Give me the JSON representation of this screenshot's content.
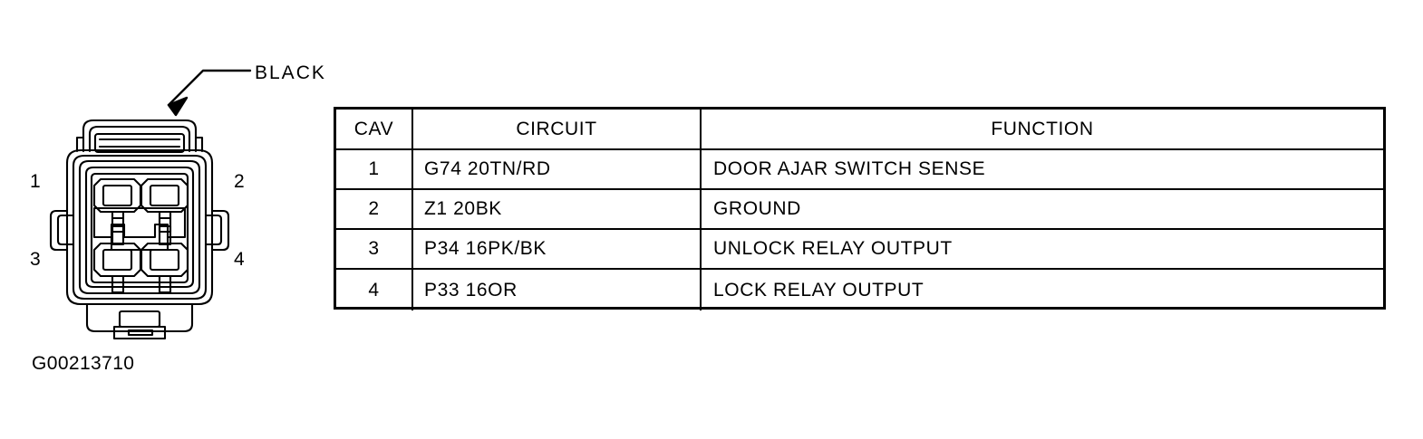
{
  "figure": {
    "id_label": "G00213710",
    "callout": {
      "label": "BLACK",
      "icon": "arrow-leader-icon"
    },
    "connector": {
      "cavity_count": 4,
      "cavity_labels": [
        "1",
        "2",
        "3",
        "4"
      ],
      "color": "#000000"
    }
  },
  "table": {
    "columns": [
      "CAV",
      "CIRCUIT",
      "FUNCTION"
    ],
    "rows": [
      {
        "cav": "1",
        "circuit": "G74 20TN/RD",
        "function": "DOOR AJAR SWITCH SENSE"
      },
      {
        "cav": "2",
        "circuit": "Z1 20BK",
        "function": "GROUND"
      },
      {
        "cav": "3",
        "circuit": "P34 16PK/BK",
        "function": "UNLOCK RELAY OUTPUT"
      },
      {
        "cav": "4",
        "circuit": "P33 16OR",
        "function": "LOCK RELAY OUTPUT"
      }
    ]
  }
}
